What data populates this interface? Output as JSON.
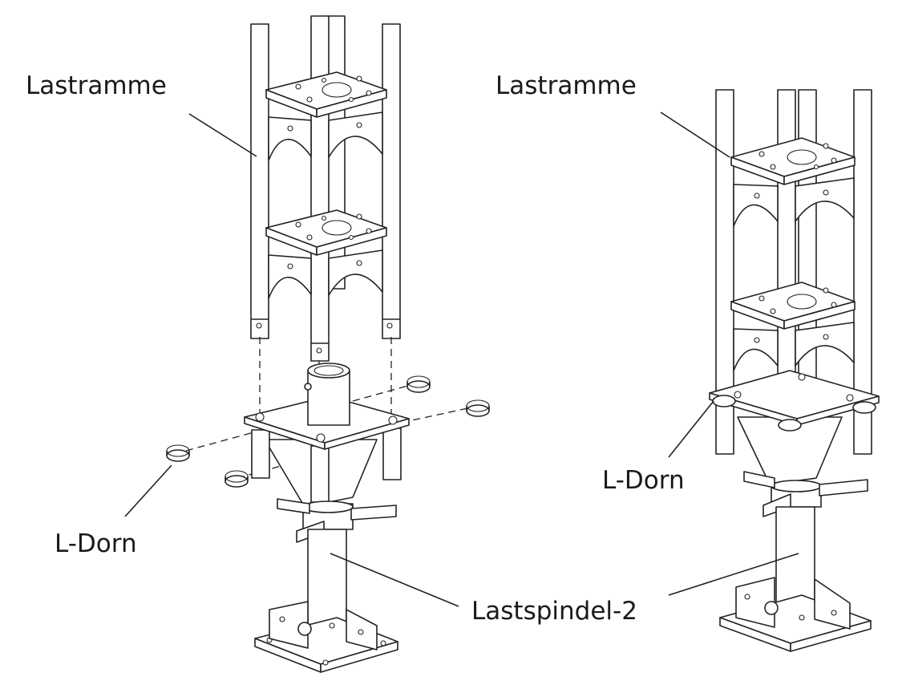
{
  "labels": {
    "lastramme_left": "Lastramme",
    "lastramme_right": "Lastramme",
    "l_dorn_left": "L-Dorn",
    "l_dorn_right": "L-Dorn",
    "lastspindel": "Lastspindel-2"
  }
}
